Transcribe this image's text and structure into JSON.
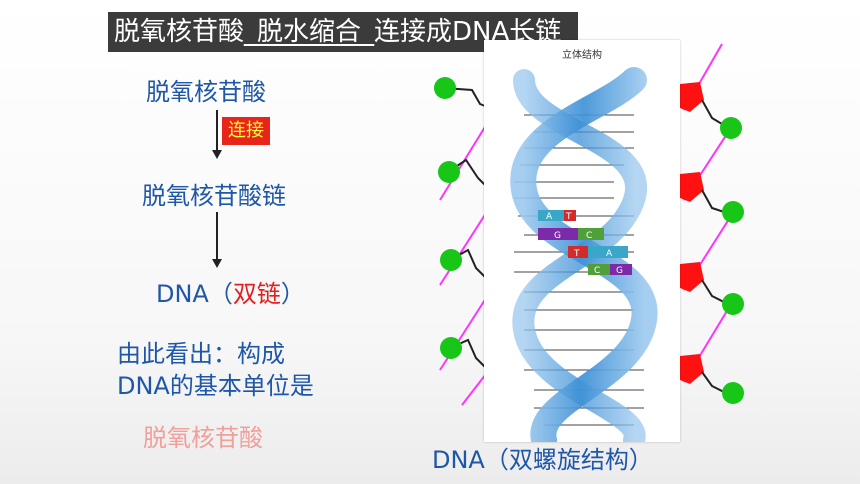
{
  "header": {
    "part1": "脱氧核苷酸",
    "part2": "脱水缩合",
    "part3": "连接成DNA长链"
  },
  "flow": {
    "step1": "脱氧核苷酸",
    "badge": "连接",
    "step2": "脱氧核苷酸链",
    "step3_prefix": "DNA（",
    "step3_highlight": "双链",
    "step3_suffix": "）"
  },
  "conclusion": {
    "line1": "由此看出：构成",
    "line2": "DNA的基本单位是",
    "answer": "脱氧核苷酸"
  },
  "figure": {
    "panel_caption": "立体结构",
    "bases": [
      "A",
      "T",
      "G",
      "C",
      "T",
      "A",
      "C",
      "G"
    ],
    "caption": "DNA（双螺旋结构）"
  },
  "colors": {
    "header_bg": "#3b3b3b",
    "text_blue": "#1f57a8",
    "badge_red": "#e8251b",
    "badge_text": "#ffff33",
    "phosphate_green": "#17c617",
    "sugar_red": "#ff1111",
    "backbone_magenta": "#ff33ff",
    "helix_blue": "#3b8fd6"
  }
}
